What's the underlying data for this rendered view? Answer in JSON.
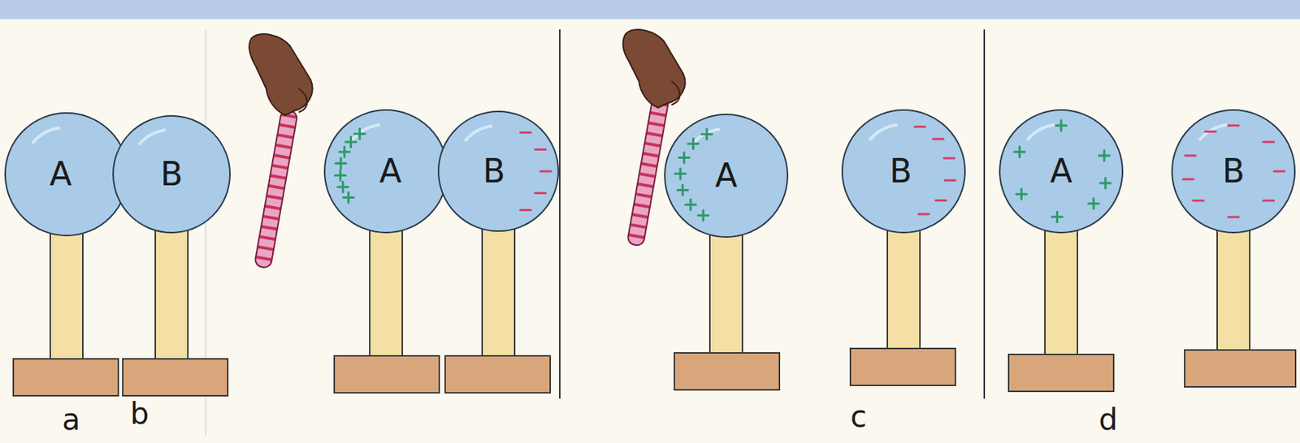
{
  "diagram": {
    "nodes": [
      {
        "text": [
          "A"
        ]
      },
      {
        "text": [
          "B"
        ]
      },
      {
        "text": [
          "A"
        ]
      },
      {
        "text": [
          "B"
        ]
      },
      {
        "text": [
          "A"
        ]
      },
      {
        "text": [
          "B"
        ]
      },
      {
        "text": [
          "A"
        ]
      },
      {
        "text": [
          "B"
        ]
      }
    ],
    "labels": [
      "a",
      "b",
      "c",
      "d"
    ]
  }
}
